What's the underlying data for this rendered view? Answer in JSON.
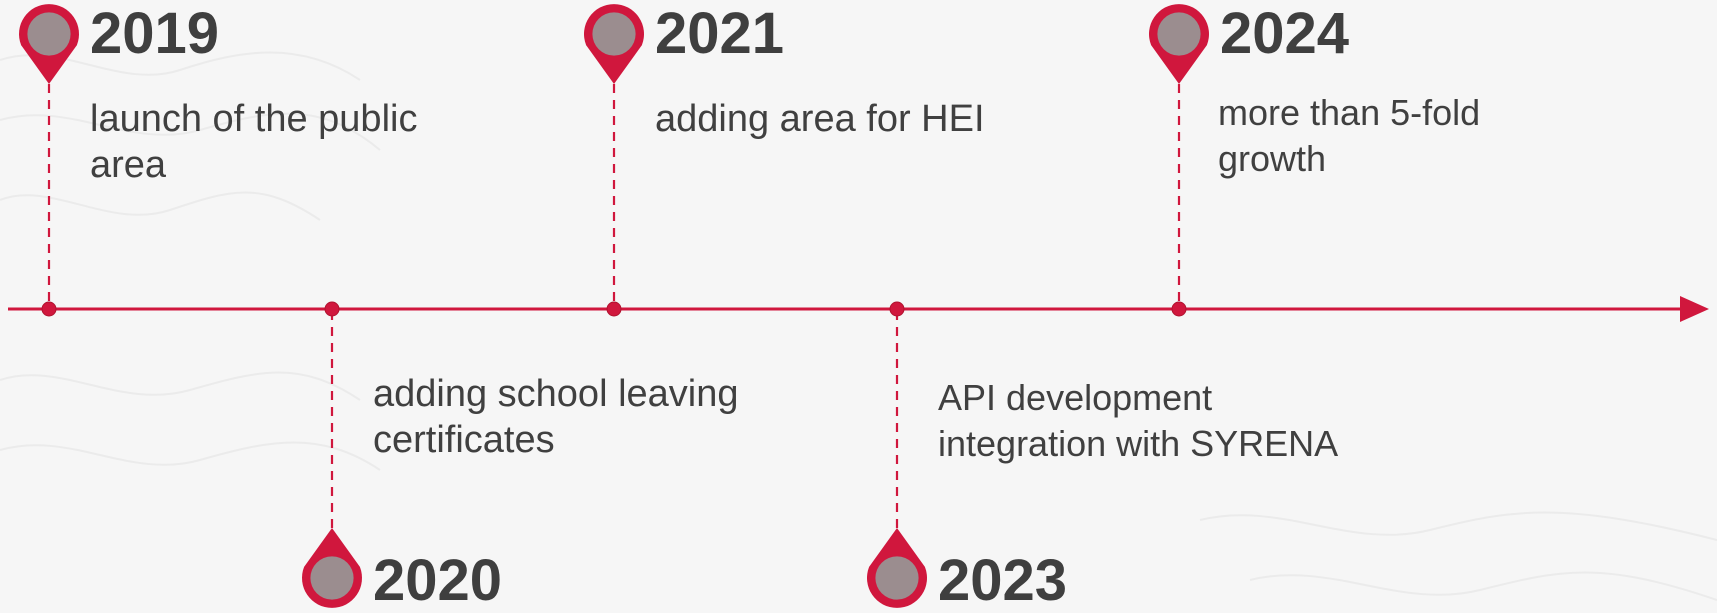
{
  "colors": {
    "accent": "#d0173d",
    "pin_fill": "#9b8d8f",
    "text": "#3f3f3f",
    "background": "#f6f6f6"
  },
  "milestones": [
    {
      "year": "2019",
      "description": "launch of the public\narea"
    },
    {
      "year": "2020",
      "description": "adding school leaving\ncertificates"
    },
    {
      "year": "2021",
      "description": "adding area for HEI"
    },
    {
      "year": "2023",
      "description": "API development\nintegration with SYRENA"
    },
    {
      "year": "2024",
      "description": "more than 5-fold\ngrowth"
    }
  ]
}
